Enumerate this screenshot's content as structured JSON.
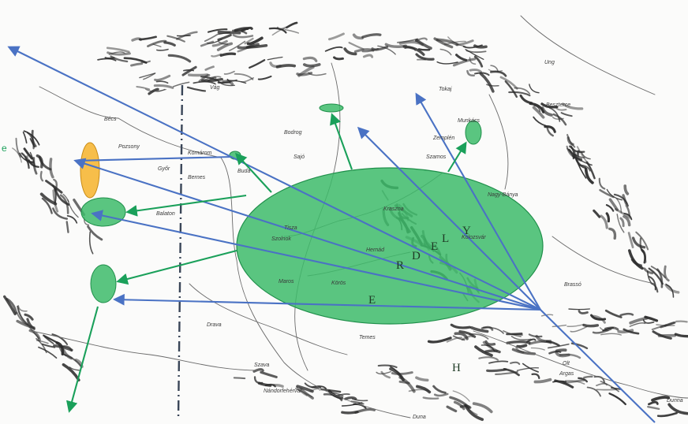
{
  "map": {
    "colors": {
      "green_fill": "#3dbb6a",
      "green_stroke": "#1f8f4a",
      "orange_fill": "#f6b93b",
      "blue_arrow": "#4a72c4",
      "green_arrow": "#1aa05a",
      "border_line": "#3a4658"
    },
    "edge_note": "e",
    "place_labels": [
      "Bécs",
      "Pozsony",
      "Győr",
      "Komárom",
      "Buda",
      "Bernes",
      "Balaton",
      "Drava",
      "Szava",
      "Nándorfehérvár",
      "Tisza",
      "Maros",
      "Szamos",
      "Kraszna",
      "Duna",
      "Vág",
      "Munkács",
      "Ung",
      "Zemplén",
      "Tokaj",
      "Nagy-Bánya",
      "Beszterce",
      "Kolozsvár",
      "Brassó",
      "Olt",
      "Argas",
      "Bodrog",
      "Sajó",
      "Hernád",
      "Szolnok",
      "Körös",
      "Temes",
      "Dunna"
    ],
    "region_letters": [
      "E",
      "R",
      "D",
      "E",
      "L",
      "Y",
      "H"
    ]
  }
}
